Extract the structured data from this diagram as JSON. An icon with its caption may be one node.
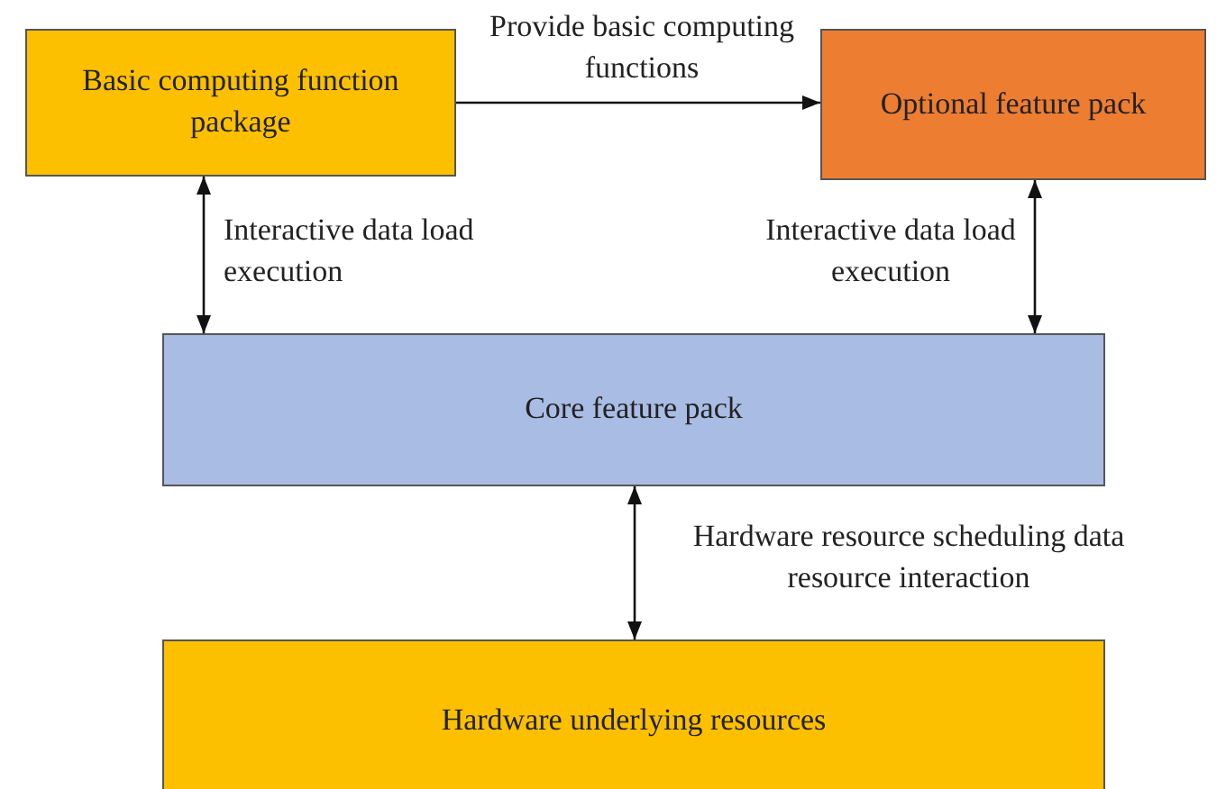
{
  "diagram": {
    "nodes": [
      {
        "text": [
          "Basic computing function package"
        ]
      },
      {
        "text": [
          "Optional feature pack"
        ]
      },
      {
        "text": [
          "Core feature pack"
        ]
      },
      {
        "text": [
          "Hardware underlying resources"
        ]
      }
    ],
    "edges": [
      {
        "from": 0,
        "to": 1,
        "arrow": "to",
        "label": "Provide basic computing functions"
      },
      {
        "from": 0,
        "to": 2,
        "arrow": "both",
        "label": "Interactive data load execution"
      },
      {
        "from": 1,
        "to": 2,
        "arrow": "both",
        "label": "Interactive data load execution"
      },
      {
        "from": 2,
        "to": 3,
        "arrow": "both",
        "label": "Hardware resource scheduling data resource interaction"
      }
    ]
  }
}
